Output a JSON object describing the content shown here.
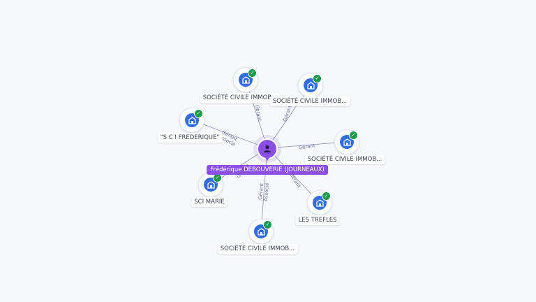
{
  "center": {
    "label": "Frédérique DEBOUVERIE (JOURNEAUX)",
    "icon": "person-icon",
    "color": "#8b4fe8"
  },
  "colors": {
    "company": "#2f6de0",
    "verified": "#1a9a4b",
    "edge": "#8a8fb0"
  },
  "companies": [
    {
      "label": "SOCIÉTÉ CIVILE IMMOB...",
      "edge_labels": [
        "Gérant"
      ]
    },
    {
      "label": "SOCIÉTÉ CIVILE IMMOB...",
      "edge_labels": [
        "Gérant"
      ]
    },
    {
      "label": "\"S C I FREDERIQUE\"",
      "edge_labels": [
        "Gérant",
        "Associé"
      ]
    },
    {
      "label": "SOCIÉTÉ CIVILE IMMOB...",
      "edge_labels": [
        "Gérant"
      ]
    },
    {
      "label": "SCI MARIE",
      "edge_labels": [
        "Gérant"
      ]
    },
    {
      "label": "LES TREFLES",
      "edge_labels": [
        "Gérant"
      ]
    },
    {
      "label": "SOCIÉTÉ CIVILE IMMOB...",
      "edge_labels": [
        "Gérant",
        "Associé"
      ]
    }
  ]
}
